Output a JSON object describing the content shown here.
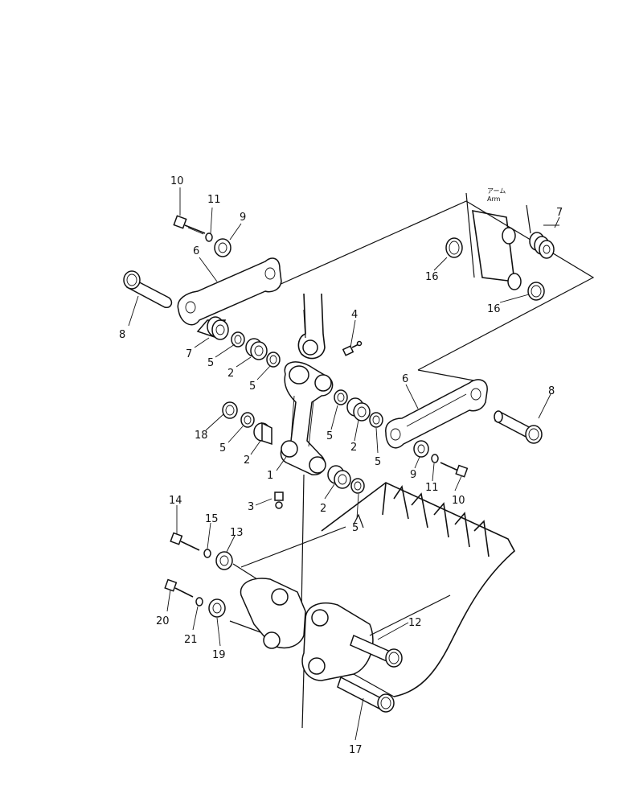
{
  "arm_label": {
    "japanese": "アーム",
    "english": "Arm"
  },
  "callouts": [
    "10",
    "11",
    "9",
    "6",
    "8",
    "7",
    "5",
    "2",
    "5",
    "4",
    "16",
    "7",
    "16",
    "6",
    "8",
    "18",
    "5",
    "2",
    "5",
    "2",
    "5",
    "9",
    "11",
    "10",
    "1",
    "3",
    "2",
    "5",
    "14",
    "15",
    "13",
    "20",
    "21",
    "19",
    "12",
    "17"
  ]
}
